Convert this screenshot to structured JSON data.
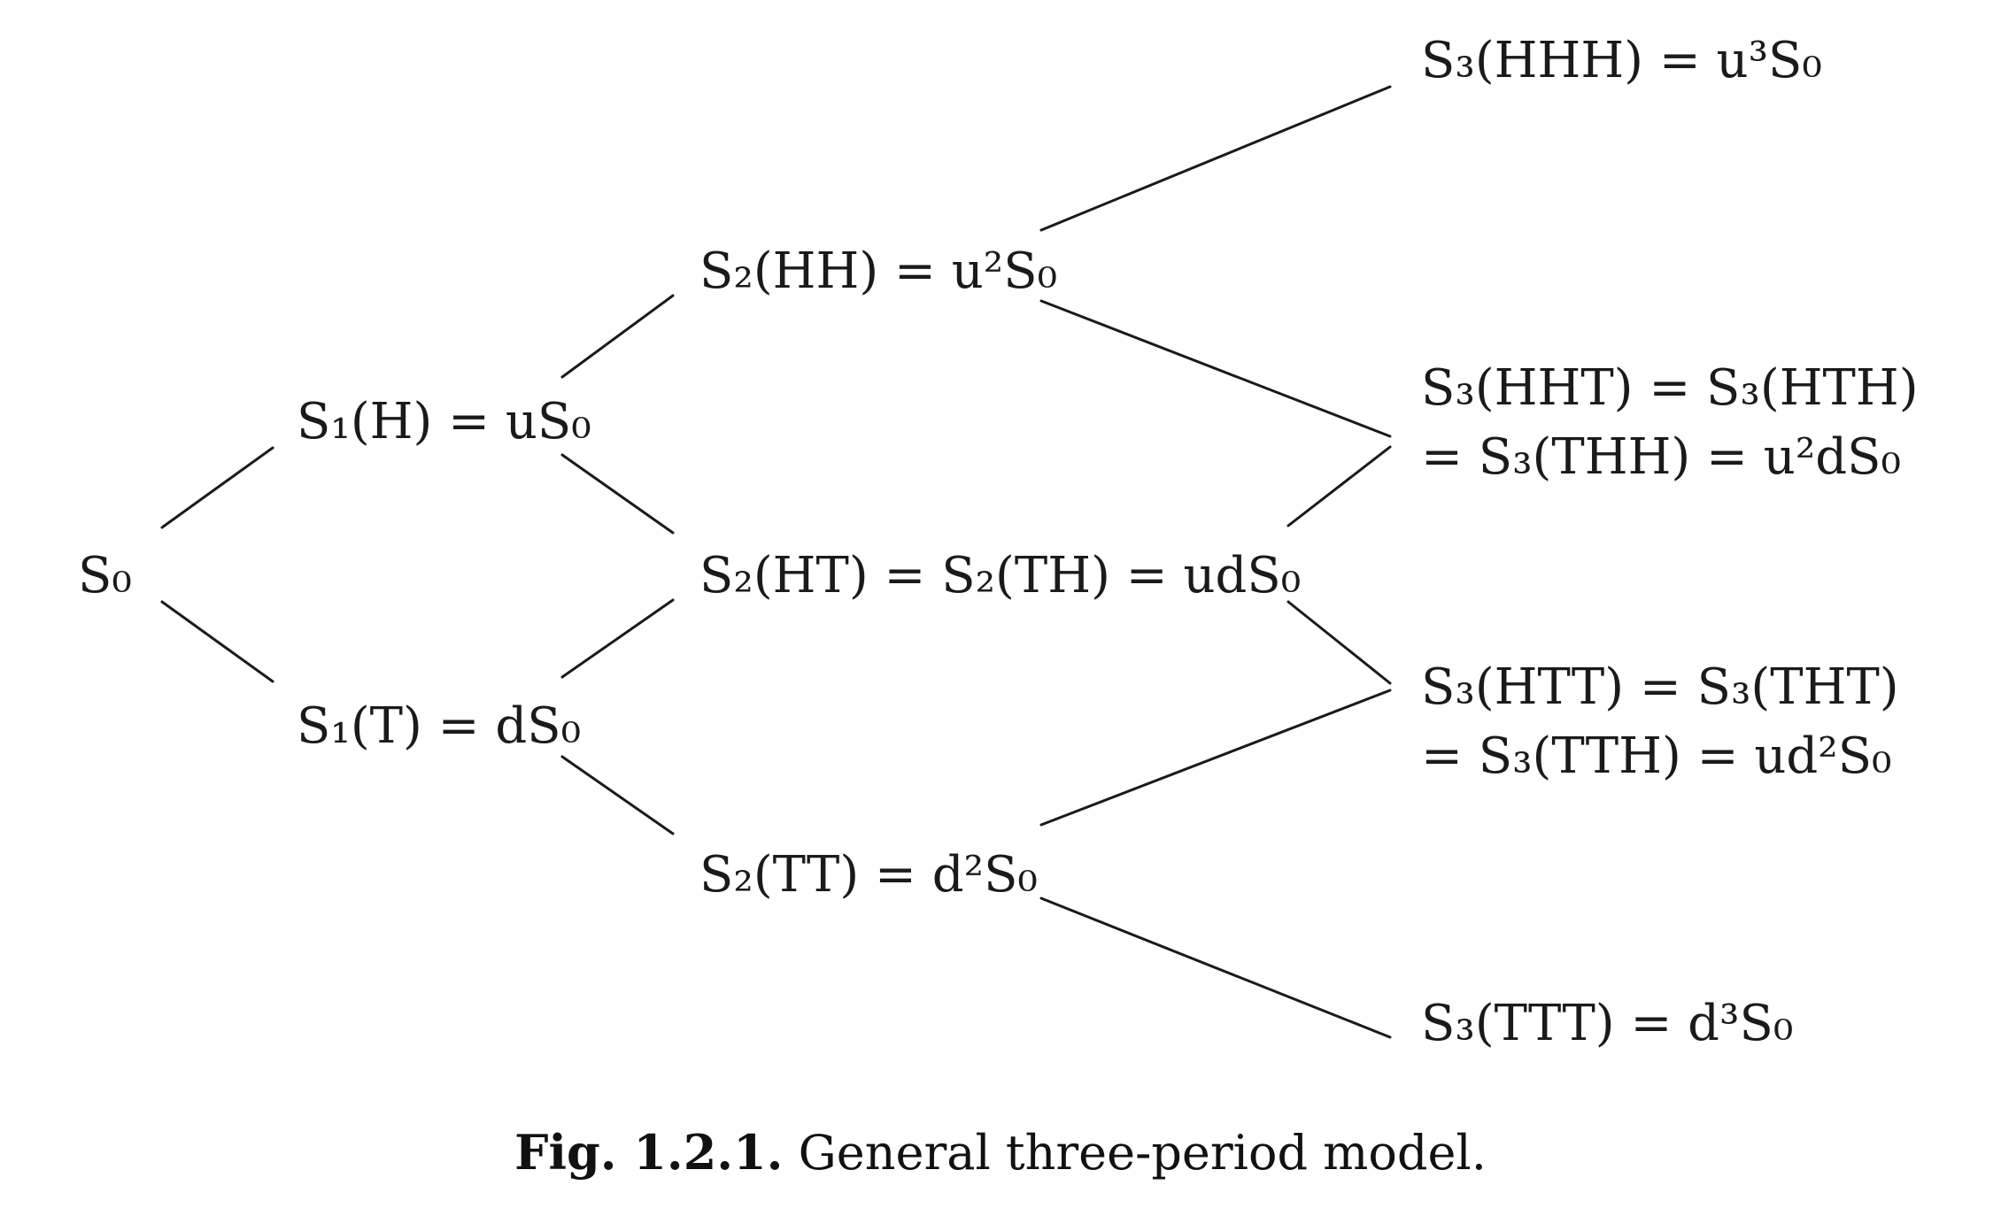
{
  "nodes": {
    "s0": "S₀",
    "s1_h": "S₁(H) = uS₀",
    "s1_t": "S₁(T) = dS₀",
    "s2_hh": "S₂(HH) = u²S₀",
    "s2_ht": "S₂(HT) = S₂(TH) = udS₀",
    "s2_tt": "S₂(TT) = d²S₀",
    "s3_hhh": "S₃(HHH) = u³S₀",
    "s3_hht_line1": "S₃(HHT) = S₃(HTH)",
    "s3_hht_line2": "= S₃(THH) = u²dS₀",
    "s3_htt_line1": "S₃(HTT) = S₃(THT)",
    "s3_htt_line2": "= S₃(TTH) = ud²S₀",
    "s3_ttt": "S₃(TTT) = d³S₀"
  },
  "caption": {
    "label": "Fig. 1.2.1.",
    "text": "General three-period model."
  }
}
